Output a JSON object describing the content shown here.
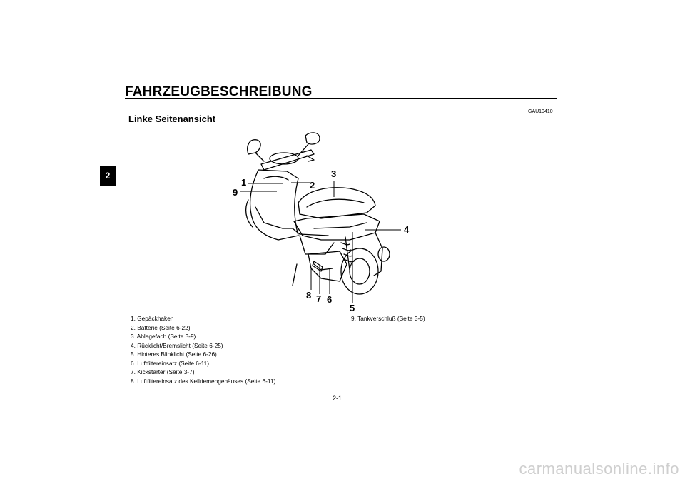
{
  "header": {
    "title": "FAHRZEUGBESCHREIBUNG"
  },
  "chapter_tab": "2",
  "reference_code": "GAU10410",
  "section": {
    "heading": "Linke Seitenansicht"
  },
  "figure": {
    "callouts": [
      "1",
      "2",
      "3",
      "4",
      "5",
      "6",
      "7",
      "8",
      "9"
    ]
  },
  "legend": {
    "left": [
      "1. Gepäckhaken",
      "2. Batterie (Seite 6-22)",
      "3. Ablagefach (Seite 3-9)",
      "4. Rücklicht/Bremslicht (Seite 6-25)",
      "5. Hinteres Blinklicht (Seite 6-26)",
      "6. Luftfiltereinsatz (Seite 6-11)",
      "7. Kickstarter (Seite 3-7)",
      "8. Luftfiltereinsatz des Keilriemengehäuses (Seite 6-11)"
    ],
    "right": [
      "9. Tankverschluß (Seite 3-5)"
    ]
  },
  "footer": {
    "page_number": "2-1"
  },
  "watermark": "carmanualsonline.info"
}
